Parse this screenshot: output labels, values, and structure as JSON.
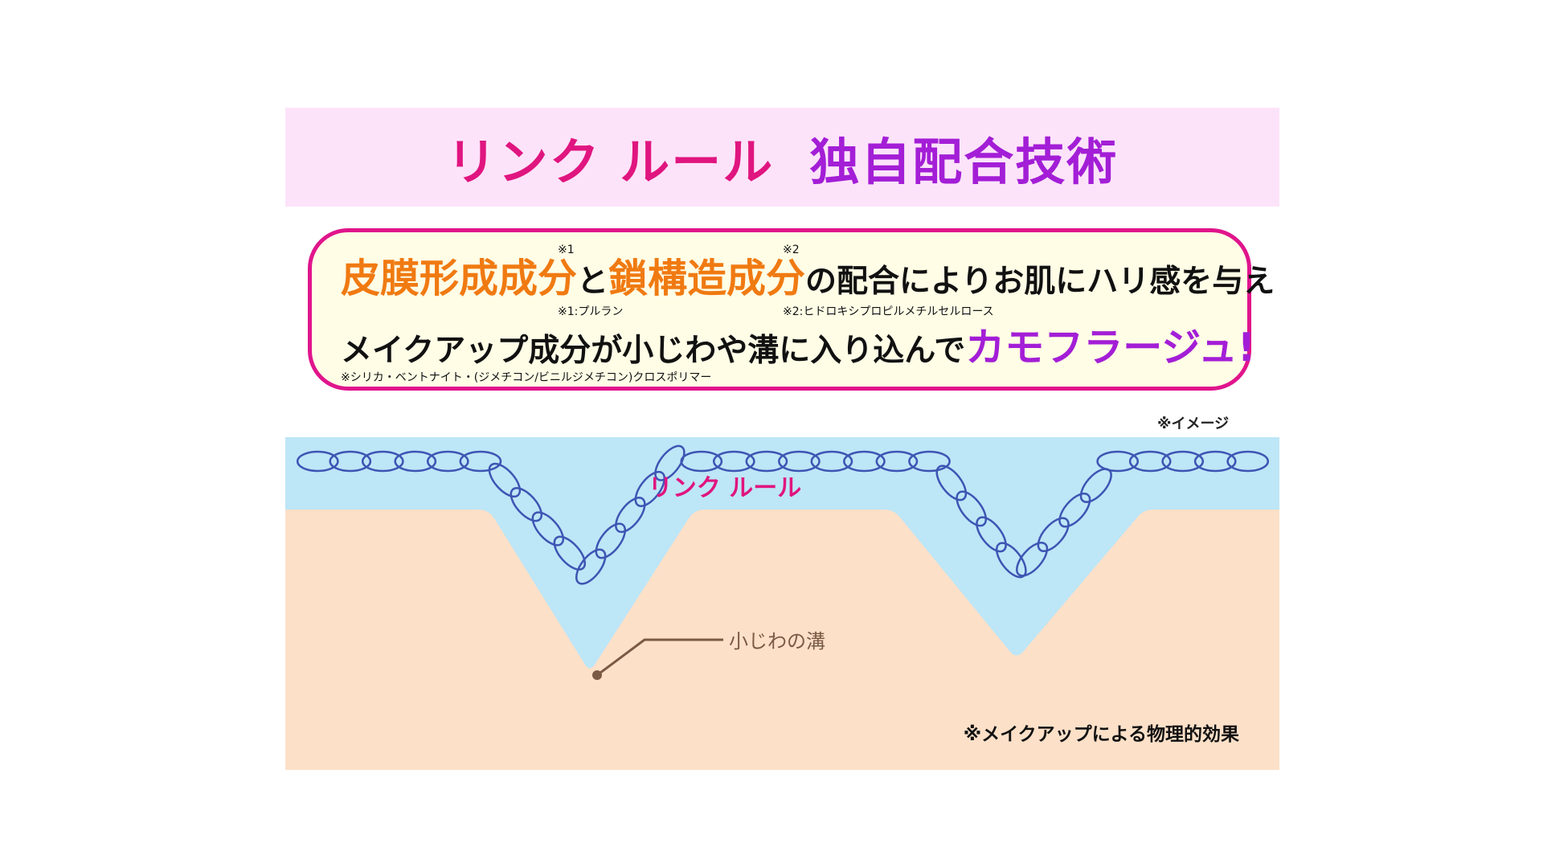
{
  "title": {
    "brand": "リンク ルール",
    "tech": "独自配合技術"
  },
  "info": {
    "line1": {
      "part1": "皮膜形成成分",
      "part2": "と",
      "part3": "鎖構造成分",
      "part4": "の配合によりお肌にハリ感を与え",
      "mark1": "※1",
      "mark2": "※2",
      "note1": "※1:プルラン",
      "note2": "※2:ヒドロキシプロピルメチルセルロース"
    },
    "line2": {
      "part1": "メイクアップ成分が小じわや溝に入り込んで",
      "part2": "カモフラージュ!",
      "note": "※シリカ・ベントナイト・(ジメチコン/ビニルジメチコン)クロスポリマー"
    }
  },
  "image_note": "※イメージ",
  "diagram": {
    "layer_label": "リンク ルール",
    "wrinkle_label": "小じわの溝",
    "effect_note": "※メイクアップによる物理的効果",
    "colors": {
      "skin": "#fde0c8",
      "film": "#bde6f7",
      "chain": "#3d55b3",
      "pointer": "#7b5a44",
      "brand_pink": "#e0157f",
      "tech_purple": "#a31ed6",
      "accent_orange": "#f07a12"
    }
  }
}
